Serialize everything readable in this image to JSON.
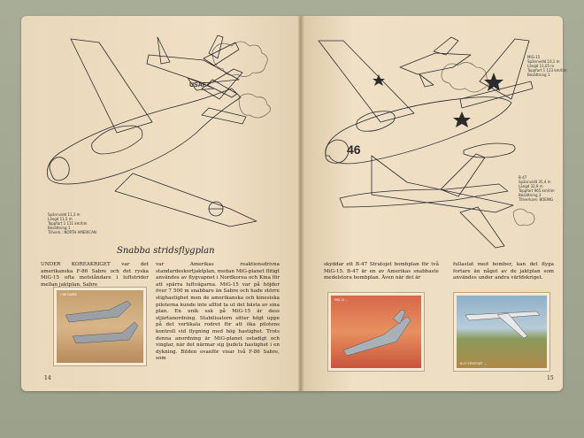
{
  "left_page": {
    "specs": [
      "Spännvidd 11,3 m",
      "Längd 11,5 m",
      "Toppfart 1 111 km/tim",
      "Besättning 1",
      "Tillverk.: NORTH AMERICAN"
    ],
    "title": "Snabba stridsflygplan",
    "column1": "UNDER KOREAKRIGET var det amerikanska F-86 Sabre och det ryska MiG-15 ofta motståndare i luftstrider mellan jaktplan. Sabre",
    "column2": "var Amerikas reaktionsdrivna standardeskortjaktplan, medan MiG-planet flitigt användes av flygvapnet i Nordkorea och Kina för att spärra luftvägarna. MiG-15 var på höjder över 7 500 m snabbare än Sabre och hade större stighastighet men de amerikanska och kinesiska piloterna kunde inte alltid ta ut det bästa av sina plan. En unik sak på MiG-15 är dess stjärtanordning. Stabilisatorn sitter högt uppe på det vertikala rodret för att öka pilotens kontroll vid flygning med hög hastighet. Trots denna anordning är MiG-planet ostadigt och vinglar, när det närmar sig ljudets hastighet i en dykning. Bilden ovanför visar två F-86 Sabre, som",
    "card_caption": "F-86 SABRE",
    "tail_mark": "USAF",
    "page_number": "14"
  },
  "right_page": {
    "specs_top": [
      "MiG-15",
      "Spännvidd 10,1 m",
      "Längd 11,05 m",
      "Toppfart 1 123 km/tim",
      "Besättning 1"
    ],
    "specs_bottom": [
      "B-47",
      "Spännvidd 35,4 m",
      "Längd 32,9 m",
      "Toppfart 965 km/tim",
      "Besättning 3",
      "Tillverkare: BOEING"
    ],
    "nose_number": "46",
    "column1": "skyddar ett B-47 Stratojet bombplan för två MiG-15. B-47 är en av Amerikas snabbaste medelstora bombplan. Även när det är",
    "column2": "fullastat med bomber, kan det flyga fortare än något av de jaktplan som användes under andra världskriget.",
    "card1_caption": "MIG-15 ...",
    "card2_caption": "B-47 STRATOJET ...",
    "page_number": "15"
  },
  "colors": {
    "paper": "#ecdcc0",
    "background": "#9fa58f",
    "ink": "#2a2218"
  }
}
